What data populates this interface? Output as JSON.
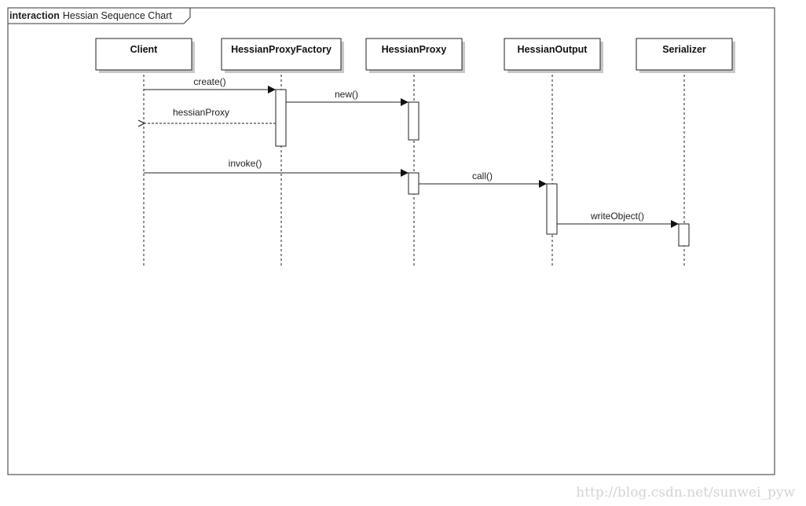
{
  "frame": {
    "keyword": "interaction",
    "name": "Hessian Sequence Chart"
  },
  "participants": [
    {
      "id": "client",
      "name": "Client"
    },
    {
      "id": "factory",
      "name": "HessianProxyFactory"
    },
    {
      "id": "proxy",
      "name": "HessianProxy"
    },
    {
      "id": "output",
      "name": "HessianOutput"
    },
    {
      "id": "serializer",
      "name": "Serializer"
    }
  ],
  "messages": [
    {
      "id": "create",
      "label": "create()",
      "from": "client",
      "to": "factory",
      "kind": "sync"
    },
    {
      "id": "new",
      "label": "new()",
      "from": "factory",
      "to": "proxy",
      "kind": "sync"
    },
    {
      "id": "hessianproxy-return",
      "label": "hessianProxy",
      "from": "factory",
      "to": "client",
      "kind": "return"
    },
    {
      "id": "invoke",
      "label": "invoke()",
      "from": "client",
      "to": "proxy",
      "kind": "sync"
    },
    {
      "id": "call",
      "label": "call()",
      "from": "proxy",
      "to": "output",
      "kind": "sync"
    },
    {
      "id": "writeobject",
      "label": "writeObject()",
      "from": "output",
      "to": "serializer",
      "kind": "sync"
    }
  ],
  "watermark": "http://blog.csdn.net/sunwei_pyw",
  "colors": {
    "line": "#222222",
    "shadow": "#c8c8c8",
    "watermark": "#d4d4d4"
  }
}
